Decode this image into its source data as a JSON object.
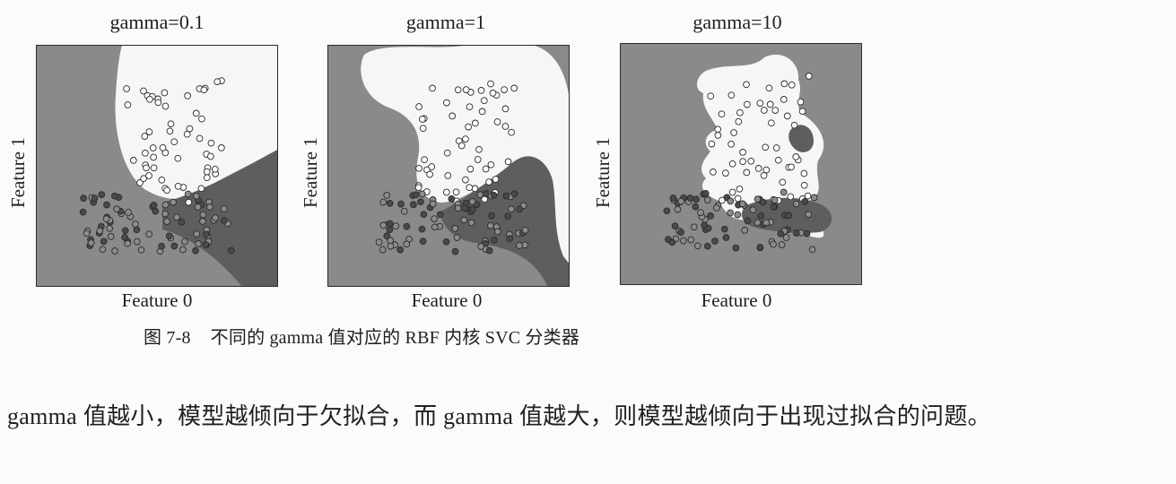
{
  "figure": {
    "panels": [
      {
        "title": "gamma=0.1",
        "xlabel": "Feature 0",
        "ylabel": "Feature 1"
      },
      {
        "title": "gamma=1",
        "xlabel": "Feature 0",
        "ylabel": "Feature 1"
      },
      {
        "title": "gamma=10",
        "xlabel": "Feature 0",
        "ylabel": "Feature 1"
      }
    ],
    "caption_number": "图 7-8",
    "caption_text": "不同的 gamma 值对应的 RBF 内核 SVC 分类器"
  },
  "body_text": "gamma 值越小，模型越倾向于欠拟合，而 gamma 值越大，则模型越倾向于出现过拟合的问题。",
  "colors": {
    "background_region": "#8a8a8a",
    "light_region": "#f6f6f6",
    "dark_region": "#5e5e5e",
    "point_light_fill": "#ffffff",
    "point_mid_fill": "#8c8c8c",
    "point_dark_fill": "#4a4a4a"
  }
}
